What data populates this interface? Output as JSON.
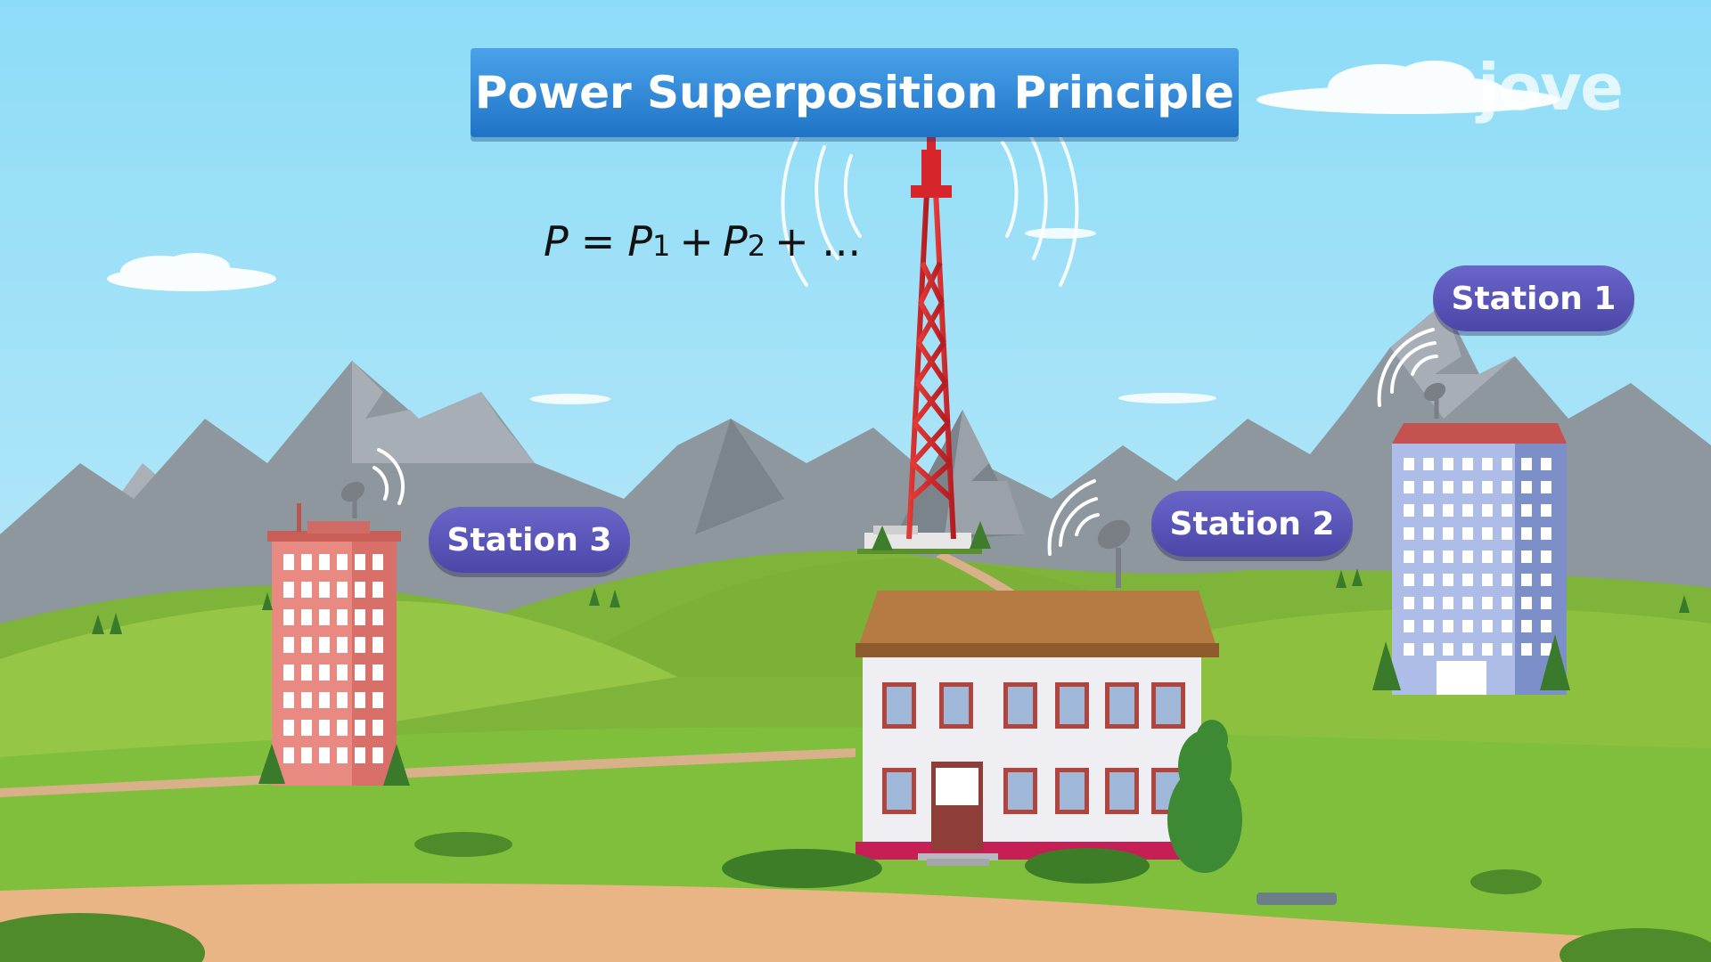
{
  "title": "Power Superposition Principle",
  "formula": {
    "lhs": "P",
    "eq": "=",
    "term1": "P",
    "sub1": "1",
    "plus1": "+",
    "term2": "P",
    "sub2": "2",
    "rest": "+ ..."
  },
  "stations": [
    {
      "label": "Station 1"
    },
    {
      "label": "Station 2"
    },
    {
      "label": "Station 3"
    }
  ],
  "logo": {
    "text": "jove"
  },
  "colors": {
    "sky": "#8fd9f5",
    "title_banner": "#2f86d6",
    "station_pill": "#5852b6",
    "tower_red": "#d6262b",
    "grass": "#86bf3a",
    "road": "#e9b487"
  },
  "icons": [
    "cloud-icon",
    "mountain-icon",
    "transmission-tower-icon",
    "satellite-dish-icon",
    "signal-waves-icon",
    "building-icon",
    "tree-icon"
  ]
}
